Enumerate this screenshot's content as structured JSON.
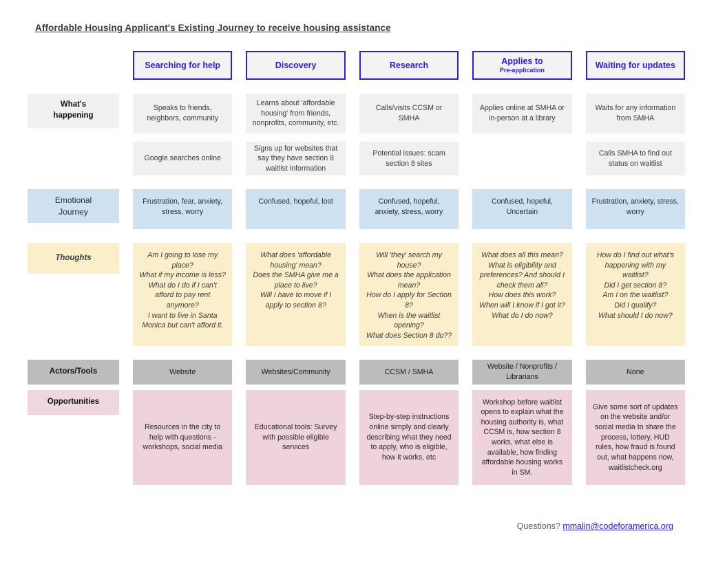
{
  "title": "Affordable Housing Applicant's Existing Journey to receive housing assistance",
  "colors": {
    "phase_border": "#2a21d4",
    "phase_text": "#2a21d4",
    "happening_bg": "#f0f0f0",
    "emotional_bg": "#cfe0f1",
    "thoughts_bg": "#fbeecb",
    "actors_bg": "#bcbcbc",
    "opportunities_bg": "#eed2dd",
    "link": "#2a21d4"
  },
  "phases": [
    {
      "title": "Searching for help",
      "subtitle": ""
    },
    {
      "title": "Discovery",
      "subtitle": ""
    },
    {
      "title": "Research",
      "subtitle": ""
    },
    {
      "title": "Applies to",
      "subtitle": "Pre-application"
    },
    {
      "title": "Waiting for updates",
      "subtitle": ""
    }
  ],
  "rows": {
    "happening": {
      "label": "What's\nhappening",
      "label_line1": "What's",
      "label_line2": "happening",
      "cells_primary": [
        "Speaks to friends, neighbors, community",
        "Learns about 'affordable housing' from friends, nonprofits, community, etc.",
        "Calls/visits CCSM or SMHA",
        "Applies online at SMHA or in-person at a library",
        "Waits for any information from SMHA"
      ],
      "cells_secondary": [
        "Google searches online",
        "Signs up for websites that say they have section 8 waitlist information",
        "Potential issues: scam section 8 sites",
        "",
        "Calls SMHA to find out status on waitlist"
      ]
    },
    "emotional": {
      "label_line1": "Emotional",
      "label_line2": "Journey",
      "cells": [
        "Frustration, fear, anxiety, stress, worry",
        "Confused, hopeful, lost",
        "Confused, hopeful, anxiety, stress, worry",
        "Confused, hopeful, Uncertain",
        "Frustration, anxiety, stress, worry"
      ]
    },
    "thoughts": {
      "label": "Thoughts",
      "cells": [
        "Am I going to lose my place?\nWhat if my income is less?\nWhat do I do if I can't afford to pay rent anymore?\nI want to live in Santa Monica but can't afford it.",
        "What does 'affordable housing' mean?\nDoes the SMHA give me a place to live?\nWill I have to move if I apply to section 8?",
        "Will 'they' search my house?\nWhat does the application mean?\nHow do I apply for Section 8?\nWhen is the waitlist opening?\nWhat does Section 8 do??",
        "What does all this mean?\nWhat is eligibility and preferences? And should I check them all?\nHow does this work?\nWhen will I know if I got it?\nWhat do I do now?",
        "How do I find out what's happening with my waitlist?\nDid I get section 8?\nAm I on the waitlist?\nDid I qualify?\nWhat should I do now?"
      ]
    },
    "actors": {
      "label": "Actors/Tools",
      "cells": [
        "Website",
        "Websites/Community",
        "CCSM / SMHA",
        "Website / Nonprofits / Librarians",
        "None"
      ]
    },
    "opportunities": {
      "label": "Opportunities",
      "cells": [
        "Resources in the city to help with questions - workshops, social media",
        "Educational tools: Survey with possible eligible services",
        "Step-by-step instructions online simply and clearly describing what they need to apply, who is eligible, how it works, etc",
        "Workshop before waitlist opens to explain what the housing authority is, what CCSM is, how section 8 works, what else is available, how finding affordable housing works in SM.",
        "Give some sort of updates on the website and/or social media to share the process, lottery, HUD rules, how fraud is found out, what happens now, waitlistcheck.org"
      ]
    }
  },
  "footer": {
    "question_label": "Questions?",
    "email": "mmalin@codeforamerica.org"
  }
}
